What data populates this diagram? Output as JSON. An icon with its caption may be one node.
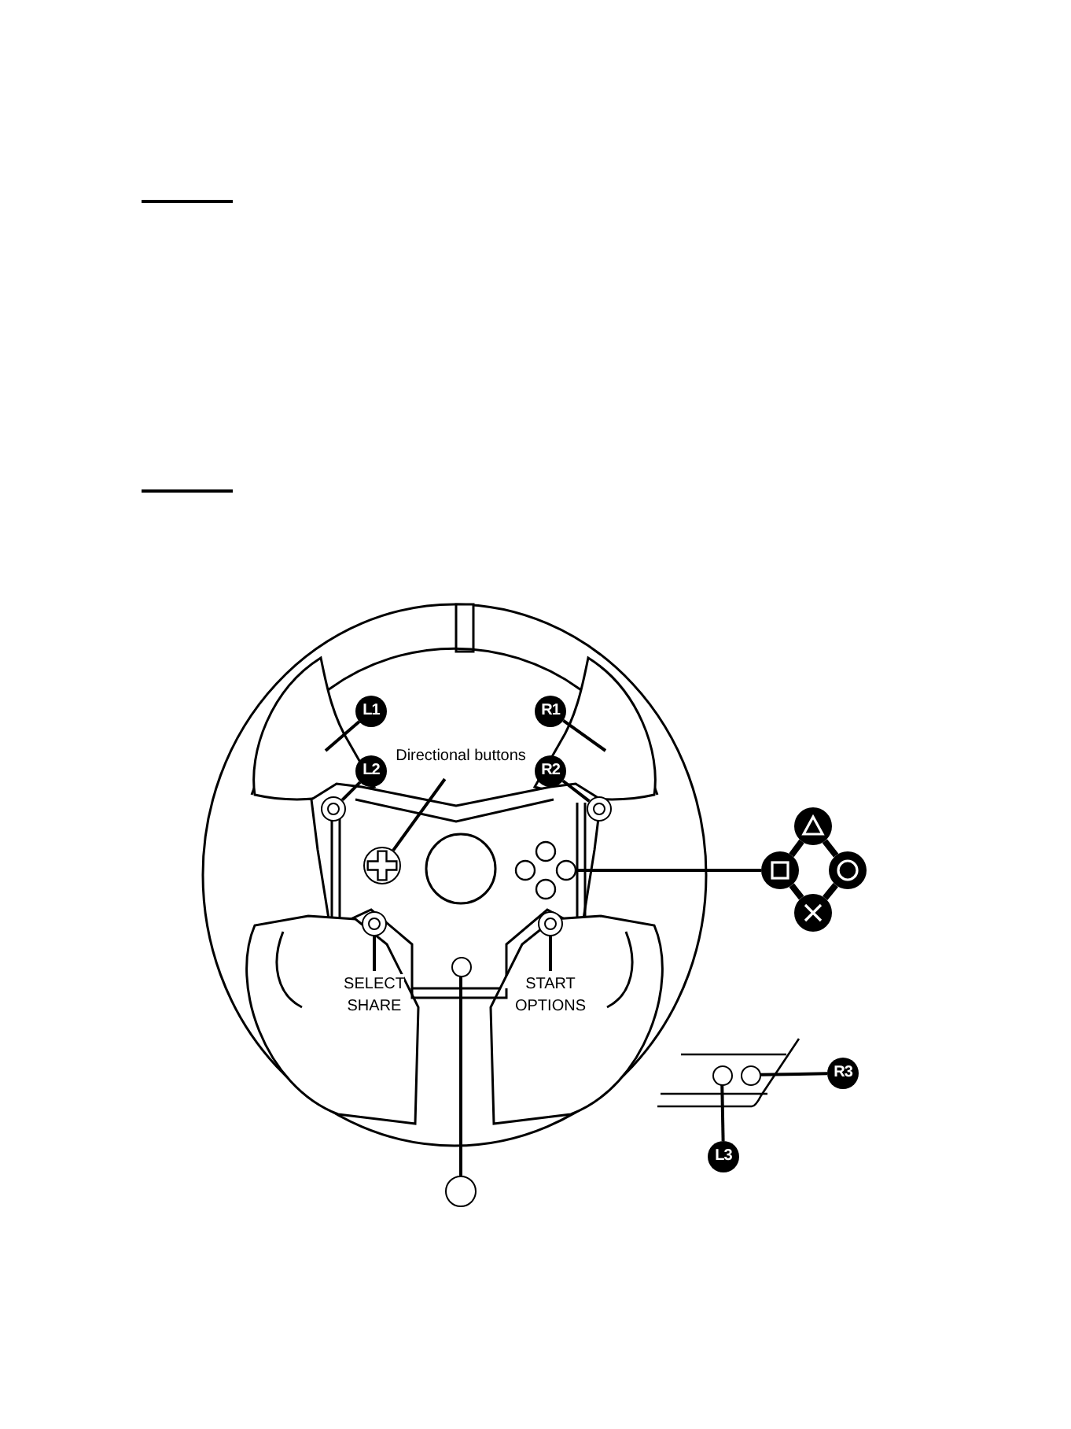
{
  "diagram": {
    "nodes": [
      {
        "text": [
          "L1"
        ]
      },
      {
        "text": [
          "R1"
        ]
      },
      {
        "text": [
          "Directional buttons"
        ]
      },
      {
        "text": [
          "L2"
        ]
      },
      {
        "text": [
          "R2"
        ]
      },
      {
        "text": [],
        "shape": "circle"
      },
      {
        "text": [],
        "shape": "circle"
      },
      {
        "text": [],
        "shape": "circle"
      },
      {
        "text": [],
        "shape": "circle"
      },
      {
        "text": [],
        "shape": "circle"
      },
      {
        "text": [],
        "shape": "circle"
      },
      {
        "text": [],
        "shape": "circle"
      },
      {
        "text": [],
        "shape": "circle"
      },
      {
        "text": [],
        "shape": "circle"
      },
      {
        "text": [],
        "shape": "circle"
      },
      {
        "text": [
          "SELECT",
          "SHARE"
        ]
      },
      {
        "text": [
          "START",
          "OPTIONS"
        ]
      },
      {
        "text": [],
        "shape": "circle"
      },
      {
        "text": [],
        "shape": "circle"
      },
      {
        "text": [],
        "shape": "circle"
      },
      {
        "text": [
          "R3"
        ]
      },
      {
        "text": [
          "L3"
        ]
      },
      {
        "text": [],
        "shape": "circle"
      }
    ],
    "edges": [
      {
        "from": 0,
        "to": null,
        "arrow": "none"
      },
      {
        "from": 1,
        "to": null,
        "arrow": "none"
      },
      {
        "from": 2,
        "to": 8,
        "arrow": "none"
      },
      {
        "from": 3,
        "to": 5,
        "arrow": "none"
      },
      {
        "from": 4,
        "to": 6,
        "arrow": "none"
      },
      {
        "from": 10,
        "to": 9,
        "arrow": "none"
      },
      {
        "from": 13,
        "to": 15,
        "arrow": "none"
      },
      {
        "from": 14,
        "to": 16,
        "arrow": "none"
      },
      {
        "from": 22,
        "to": 17,
        "arrow": "none"
      },
      {
        "from": 20,
        "to": 19,
        "arrow": "none"
      },
      {
        "from": 21,
        "to": 18,
        "arrow": "none"
      },
      {
        "from": 7,
        "to": 10,
        "arrow": "none",
        "style": "thick"
      },
      {
        "from": 7,
        "to": 11,
        "arrow": "none",
        "style": "thick"
      },
      {
        "from": 10,
        "to": 12,
        "arrow": "none",
        "style": "thick"
      },
      {
        "from": 11,
        "to": 12,
        "arrow": "none",
        "style": "thick"
      }
    ]
  }
}
